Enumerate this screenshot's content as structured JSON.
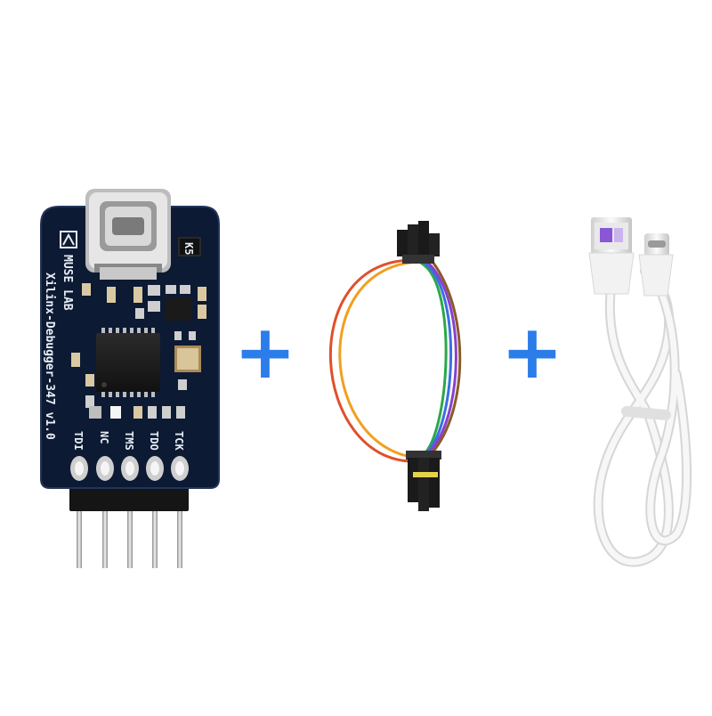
{
  "board": {
    "brand": "MUSE LAB",
    "model": "Xilinx-Debugger-347 v1.0",
    "component_mark": "K5",
    "pins": [
      "TDI",
      "NC",
      "TMS",
      "TDO",
      "TCK"
    ]
  },
  "symbols": {
    "plus_1": "+",
    "plus_2": "+"
  },
  "colors": {
    "pcb": "#0d1a33",
    "plus": "#2b7de9",
    "cable": "#f2f2f2",
    "usb_logo": "#8a56d6"
  },
  "icons": {
    "brand_logo": "muse-lab-logo-icon"
  }
}
